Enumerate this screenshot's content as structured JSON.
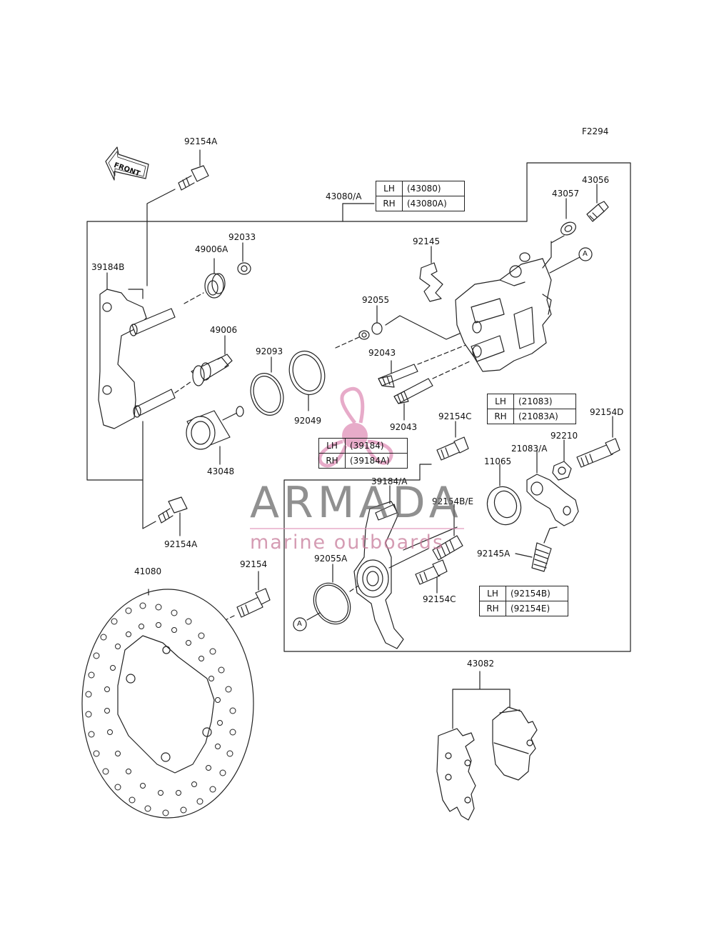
{
  "figure_code": "F2294",
  "front_arrow_text": "FRONT",
  "labels": {
    "p92154A_top": "92154A",
    "p43080A": "43080/A",
    "p43056": "43056",
    "p43057": "43057",
    "p39184B": "39184B",
    "p49006A": "49006A",
    "p92033": "92033",
    "p92145": "92145",
    "p92055": "92055",
    "p49006": "49006",
    "p92093": "92093",
    "p92043_a": "92043",
    "p92043_b": "92043",
    "p92049": "92049",
    "p43048": "43048",
    "p92154C_top": "92154C",
    "p92154D": "92154D",
    "p92210": "92210",
    "p21083A": "21083/A",
    "p11065": "11065",
    "p39184A": "39184/A",
    "p92154BE": "92154B/E",
    "p92154A_bottom": "92154A",
    "p92055A": "92055A",
    "p92145A": "92145A",
    "p41080": "41080",
    "p92154": "92154",
    "p92154C_bottom": "92154C",
    "p43082": "43082",
    "ref_a_top": "A",
    "ref_a_bottom": "A"
  },
  "tables": {
    "t43080": [
      {
        "side": "LH",
        "code": "(43080)"
      },
      {
        "side": "RH",
        "code": "(43080A)"
      }
    ],
    "t21083": [
      {
        "side": "LH",
        "code": "(21083)"
      },
      {
        "side": "RH",
        "code": "(21083A)"
      }
    ],
    "t39184": [
      {
        "side": "LH",
        "code": "(39184)"
      },
      {
        "side": "RH",
        "code": "(39184A)"
      }
    ],
    "t92154": [
      {
        "side": "LH",
        "code": "(92154B)"
      },
      {
        "side": "RH",
        "code": "(92154E)"
      }
    ]
  },
  "watermark": {
    "title": "ARMADA",
    "subtitle": "marine outboards",
    "logo_color": "#e090b8"
  }
}
